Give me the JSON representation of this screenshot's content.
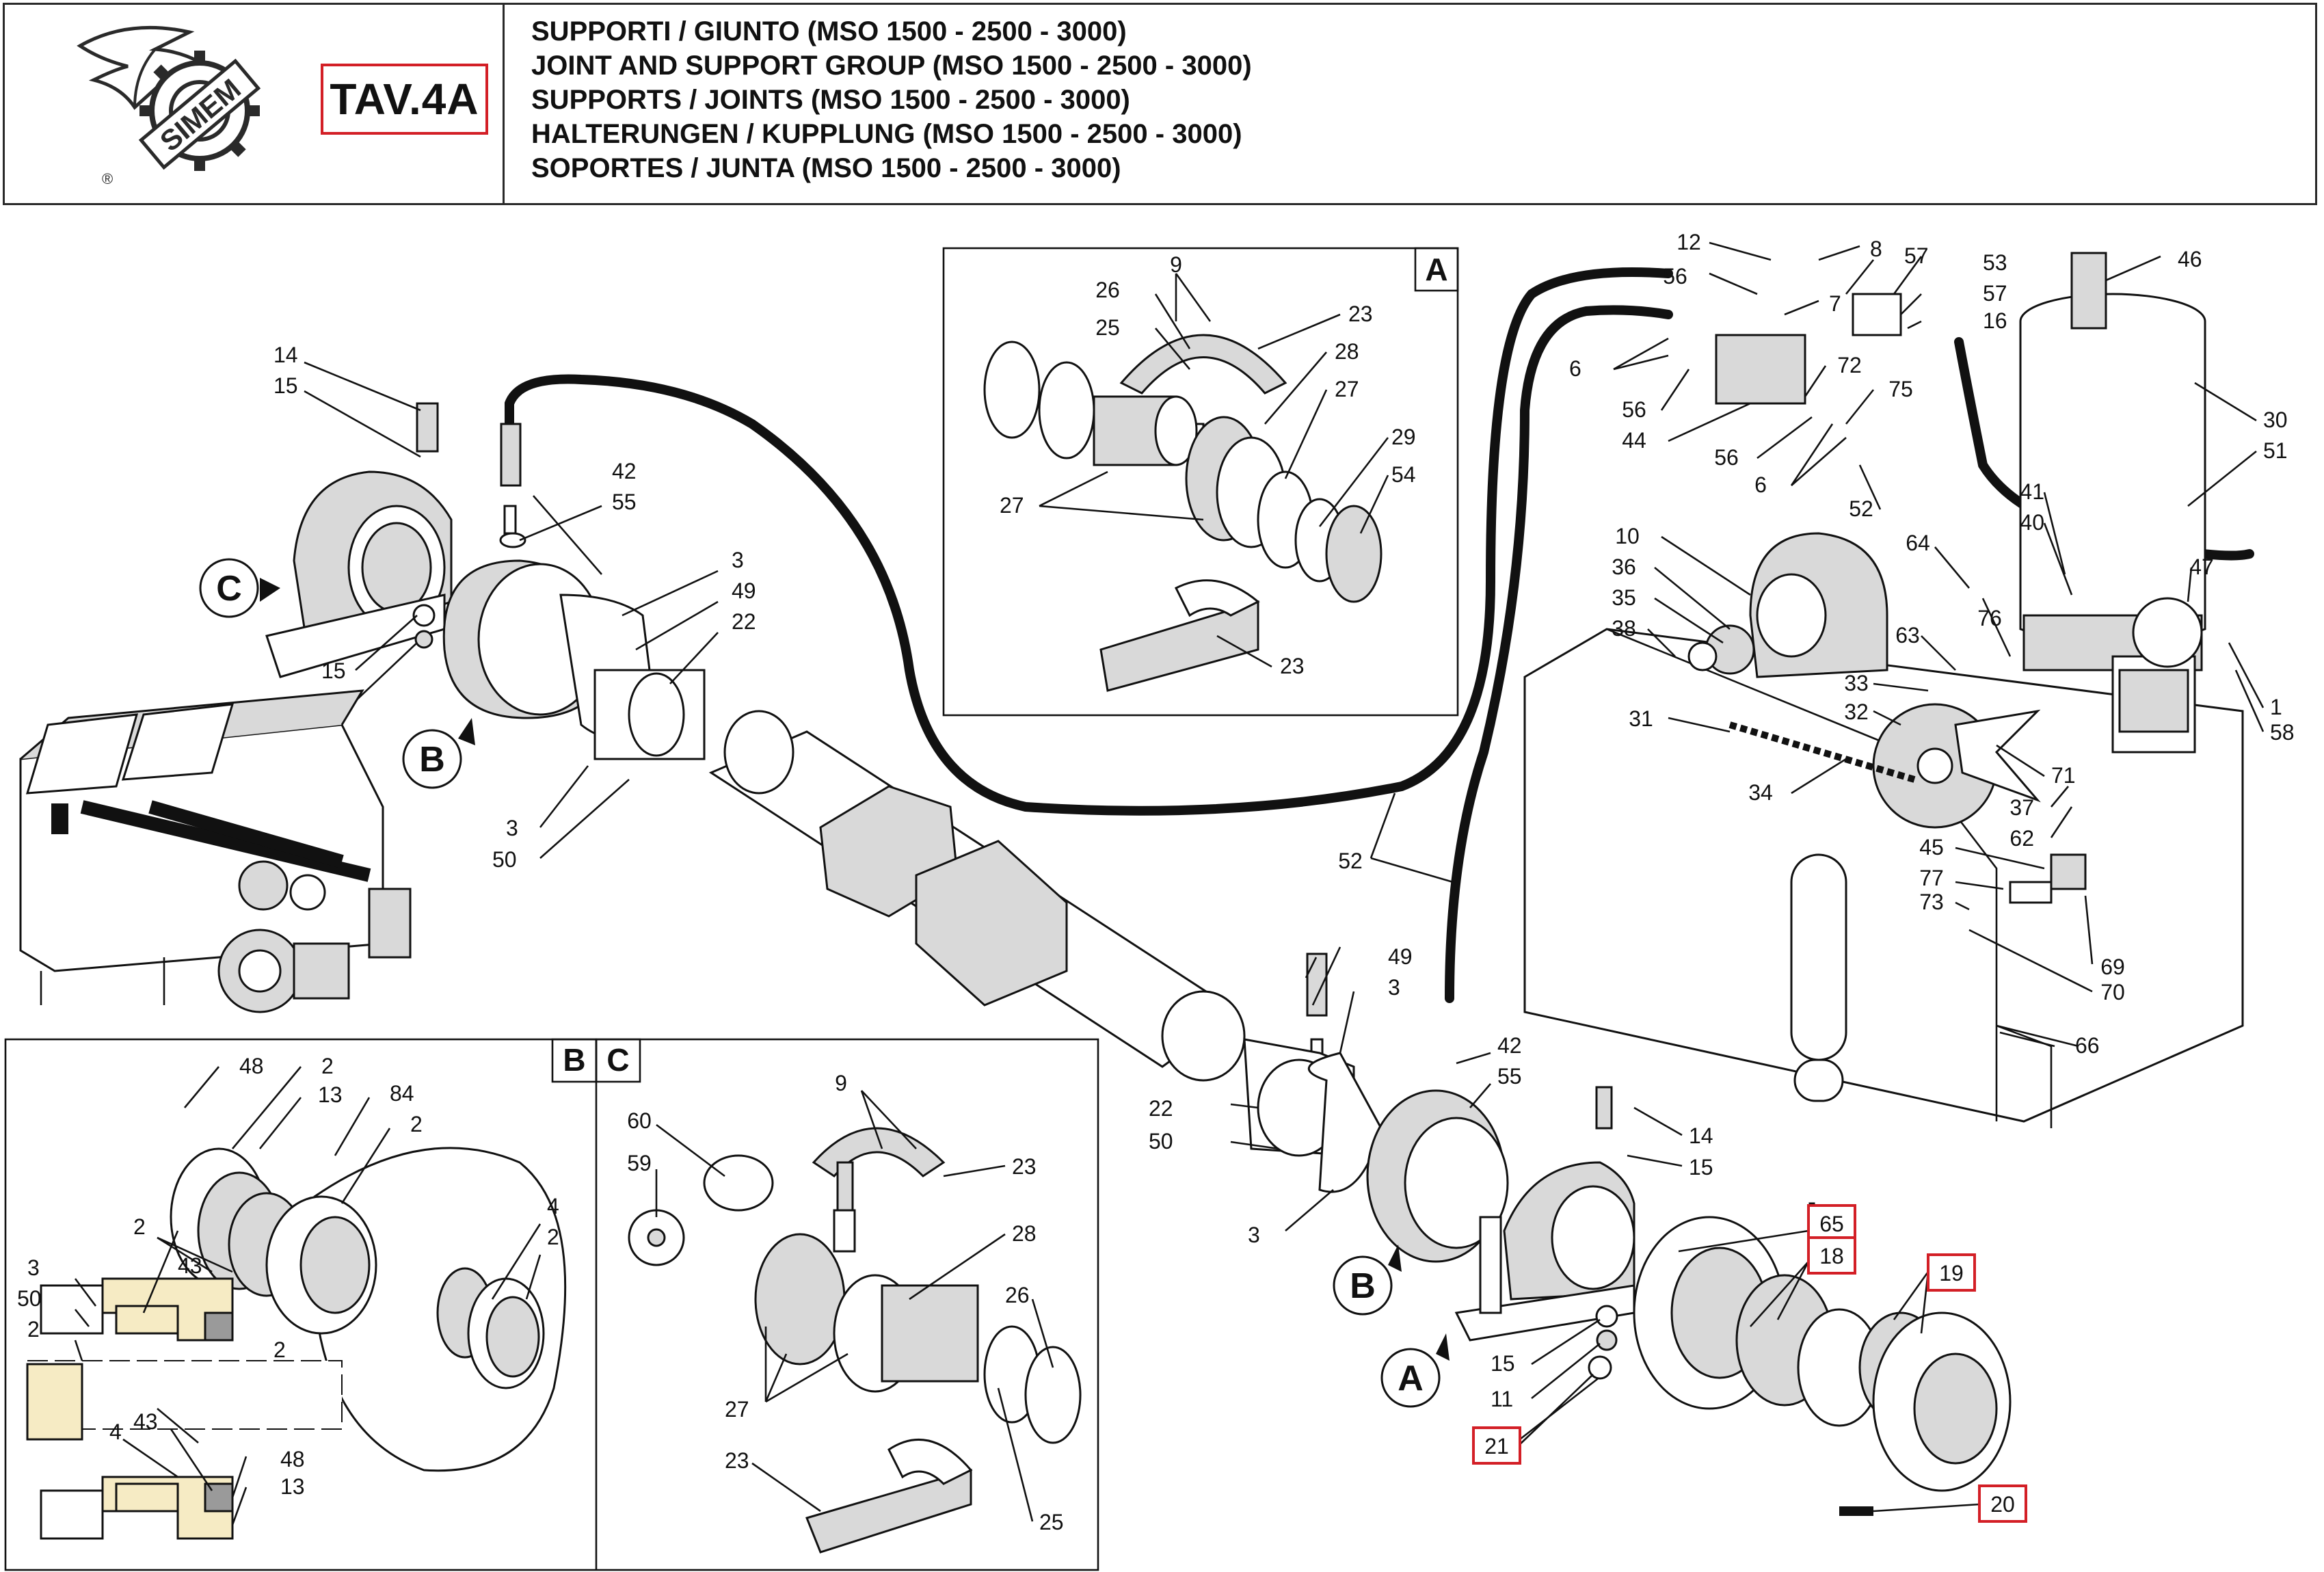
{
  "header": {
    "brand": "SIMEM",
    "registered_mark": "®",
    "table_code": "TAV.4A",
    "titles": [
      "SUPPORTI / GIUNTO (MSO 1500 - 2500 - 3000)",
      "JOINT AND SUPPORT GROUP (MSO 1500 - 2500 - 3000)",
      "SUPPORTS / JOINTS (MSO 1500 - 2500 - 3000)",
      "HALTERUNGEN / KUPPLUNG (MSO 1500 - 2500 - 3000)",
      "SOPORTES / JUNTA (MSO 1500 - 2500 - 3000)"
    ]
  },
  "colors": {
    "frame": "#2a2a2a",
    "highlight": "#d31f26",
    "section_fill": "#f6ebc4"
  },
  "views": {
    "A": "A",
    "B": "B",
    "C": "C"
  },
  "callouts": {
    "main_left": [
      "14",
      "15",
      "15",
      "11",
      "42",
      "55",
      "3",
      "49",
      "22",
      "3",
      "50"
    ],
    "main_center": [
      "49",
      "3",
      "22",
      "50",
      "42",
      "55",
      "3",
      "14",
      "15",
      "15",
      "11",
      "52"
    ],
    "main_right_top": [
      "12",
      "8",
      "57",
      "53",
      "57",
      "16",
      "46",
      "56",
      "7",
      "6",
      "56",
      "44",
      "56",
      "72",
      "75",
      "6",
      "52",
      "30",
      "51"
    ],
    "main_right_mid": [
      "10",
      "36",
      "35",
      "38",
      "64",
      "41",
      "40",
      "47",
      "76",
      "63",
      "1",
      "58",
      "33",
      "32",
      "31",
      "34",
      "71",
      "37",
      "62",
      "45",
      "77",
      "73",
      "69",
      "70",
      "66"
    ],
    "coupling": [
      "65",
      "18",
      "19",
      "21",
      "20"
    ],
    "detail_a": [
      "9",
      "26",
      "25",
      "23",
      "28",
      "27",
      "29",
      "54",
      "27",
      "23"
    ],
    "detail_b": [
      "48",
      "2",
      "13",
      "84",
      "2",
      "2",
      "43",
      "3",
      "50",
      "2",
      "2",
      "4",
      "2",
      "4",
      "43",
      "48",
      "13"
    ],
    "detail_c": [
      "9",
      "60",
      "59",
      "23",
      "28",
      "26",
      "27",
      "23",
      "25"
    ]
  }
}
